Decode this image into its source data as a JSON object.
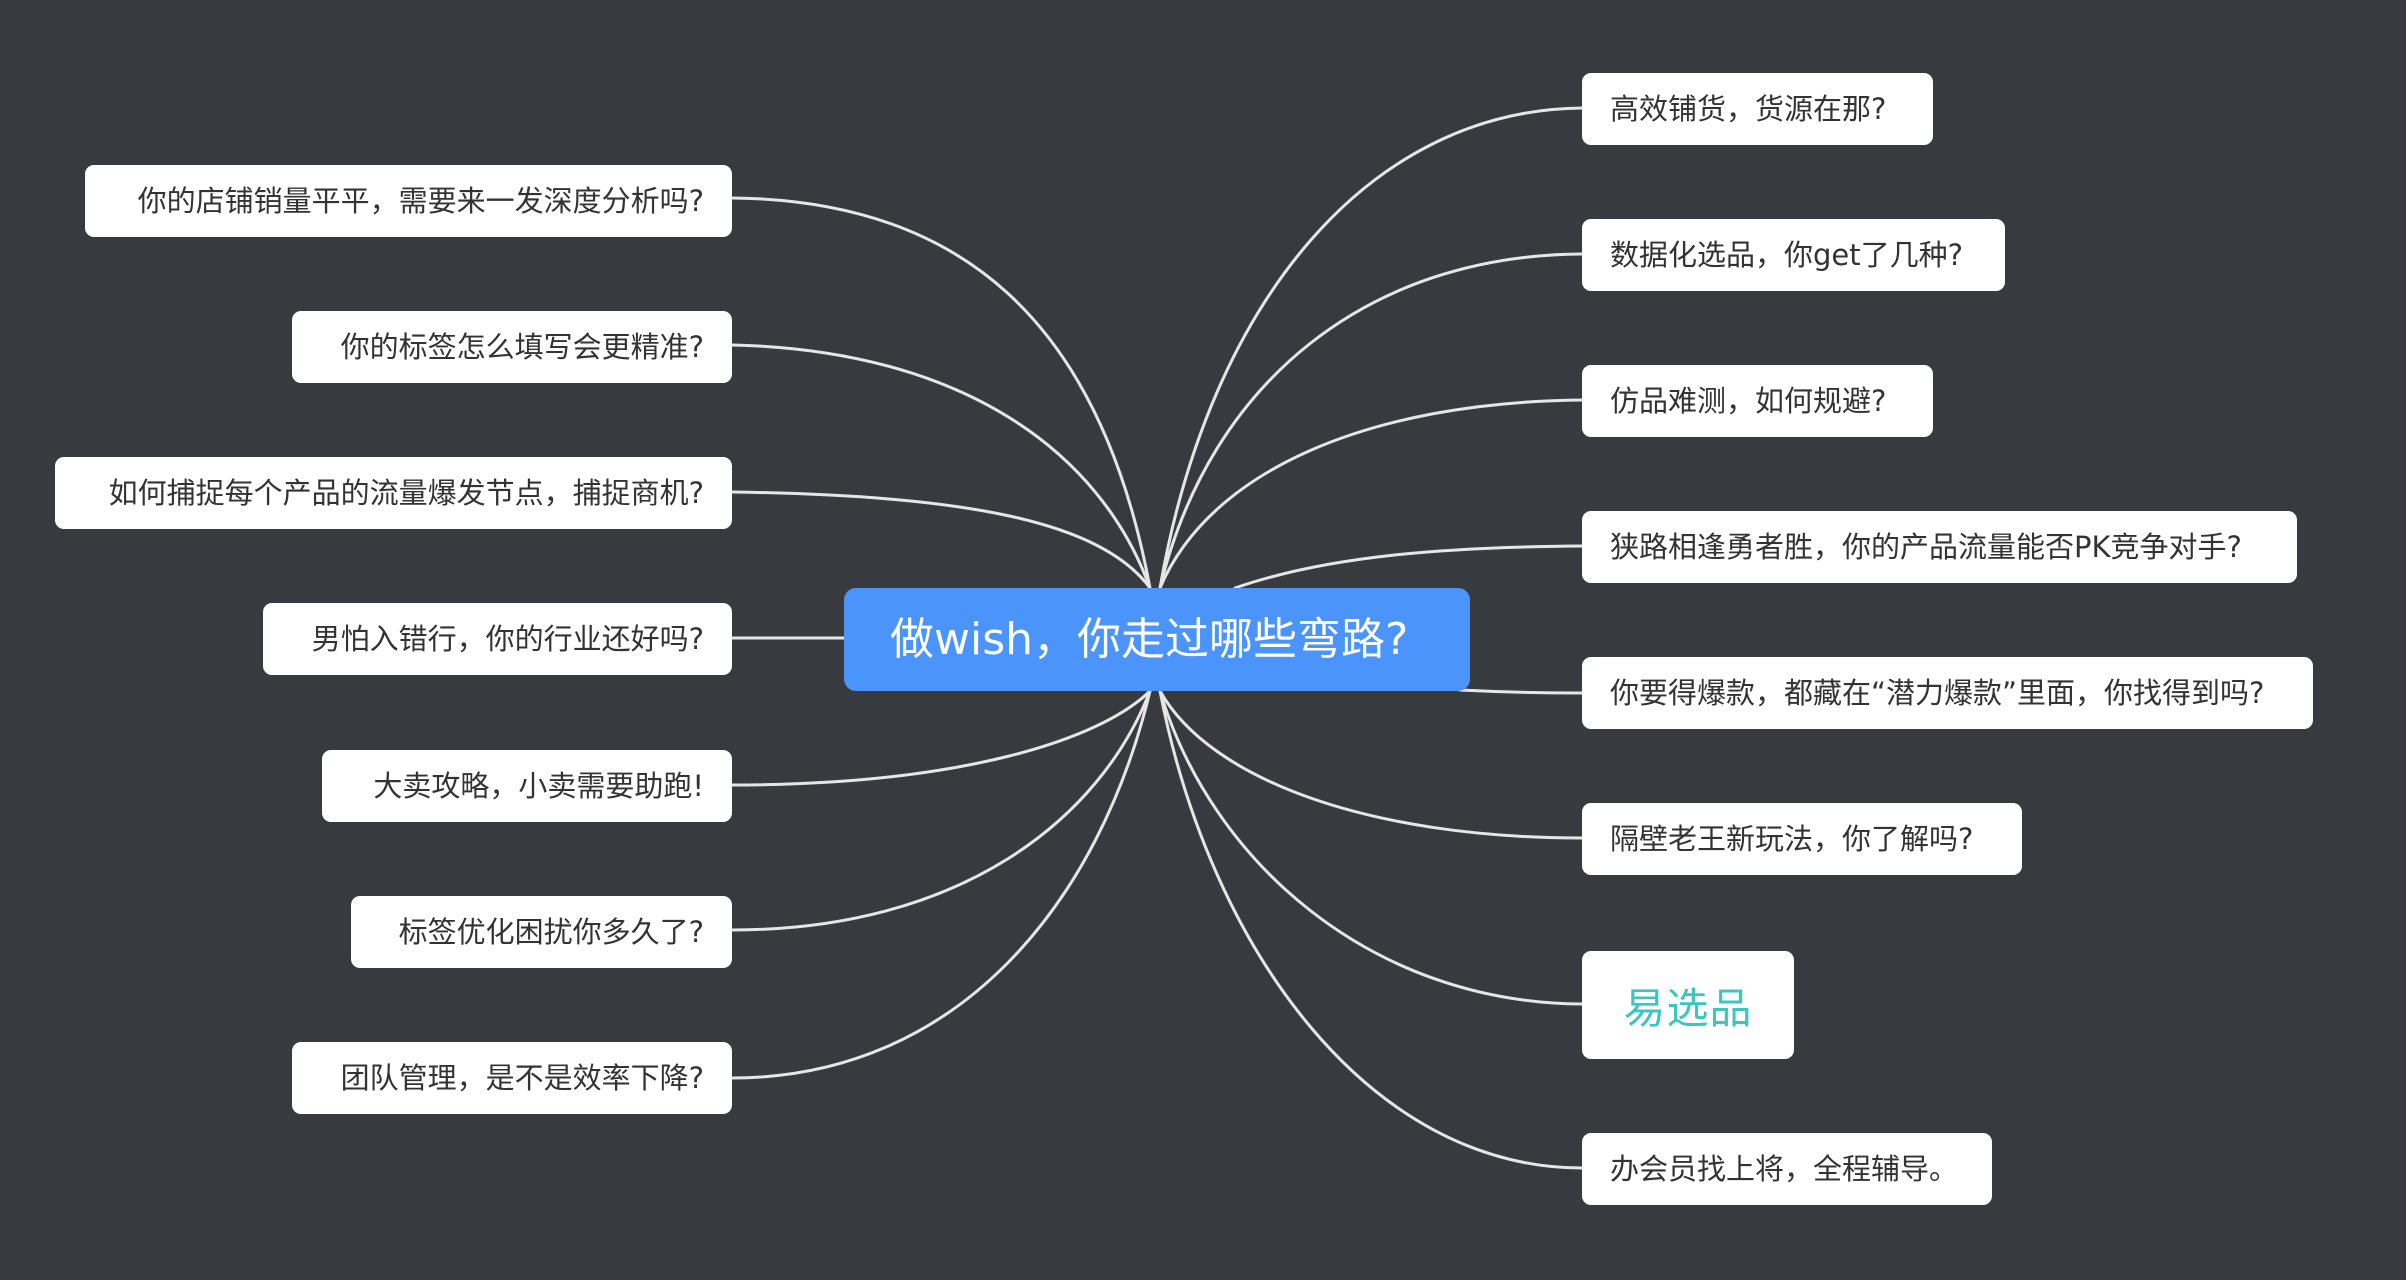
{
  "center": {
    "title": "做wish，你走过哪些弯路?"
  },
  "left_topics": [
    "你的店铺销量平平，需要来一发深度分析吗?",
    "你的标签怎么填写会更精准?",
    "如何捕捉每个产品的流量爆发节点，捕捉商机?",
    "男怕入错行，你的行业还好吗?",
    "大卖攻略，小卖需要助跑!",
    "标签优化困扰你多久了?",
    "团队管理，是不是效率下降?"
  ],
  "right_topics": [
    "高效铺货，货源在那?",
    "数据化选品，你get了几种?",
    "仿品难测，如何规避?",
    "狭路相逢勇者胜，你的产品流量能否PK竞争对手?",
    "你要得爆款，都藏在“潜力爆款”里面，你找得到吗?",
    "隔壁老王新玩法，你了解吗?",
    "易选品",
    "办会员找上将，全程辅导。"
  ],
  "colors": {
    "background": "#373a3f",
    "center_fill": "#4b94fc",
    "node_fill": "#ffffff",
    "connector": "#e6e6e6",
    "logo": "#3cc6c0"
  },
  "logo_icon": "yixuanpin-logo"
}
